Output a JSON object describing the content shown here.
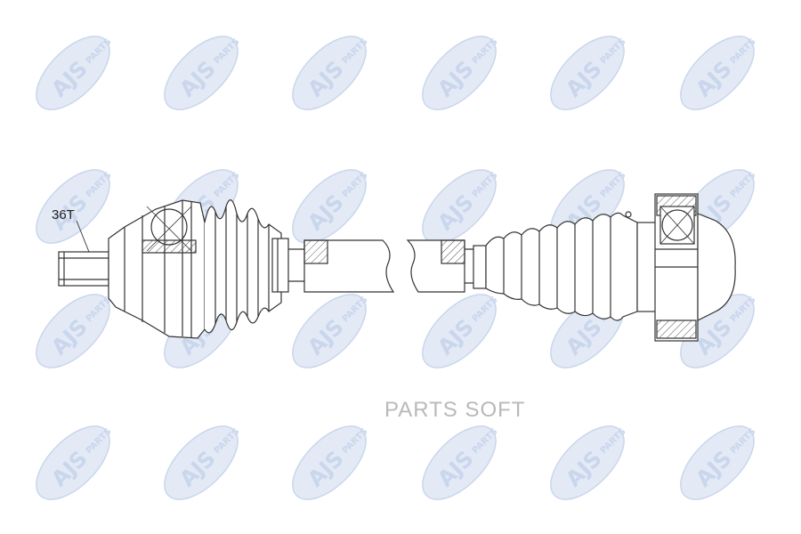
{
  "watermark": {
    "brand": "AJS",
    "suffix": "PARTS",
    "color": "#c9d6ec",
    "fill": "#e3eaf6"
  },
  "spline_label": "36T",
  "footer_watermark": "PARTS SOFT",
  "drawing_stroke": "#333333"
}
